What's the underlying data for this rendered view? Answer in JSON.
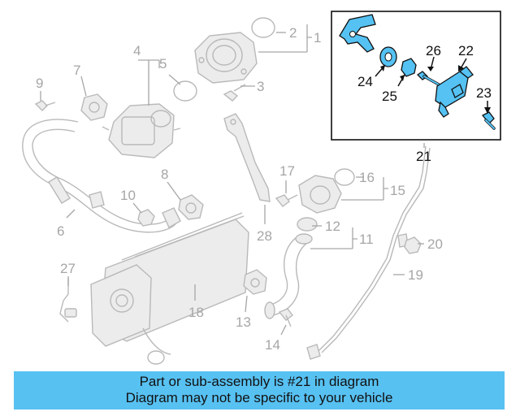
{
  "labels": {
    "p1": "1",
    "p2": "2",
    "p3": "3",
    "p4": "4",
    "p5": "5",
    "p6": "6",
    "p7": "7",
    "p8": "8",
    "p9": "9",
    "p10": "10",
    "p11": "11",
    "p12": "12",
    "p13": "13",
    "p14": "14",
    "p15": "15",
    "p16": "16",
    "p17": "17",
    "p18": "18",
    "p19": "19",
    "p20": "20",
    "p21": "21",
    "p22": "22",
    "p23": "23",
    "p24": "24",
    "p25": "25",
    "p26": "26",
    "p27": "27",
    "p28": "28"
  },
  "banner": {
    "line1": "Part or sub-assembly is #21 in diagram",
    "line2": "Diagram may not be specific to your vehicle"
  },
  "colors": {
    "highlight": "#55c2f3",
    "banner": "#57c1f2",
    "ghost_parts": "#b9b9b9"
  }
}
